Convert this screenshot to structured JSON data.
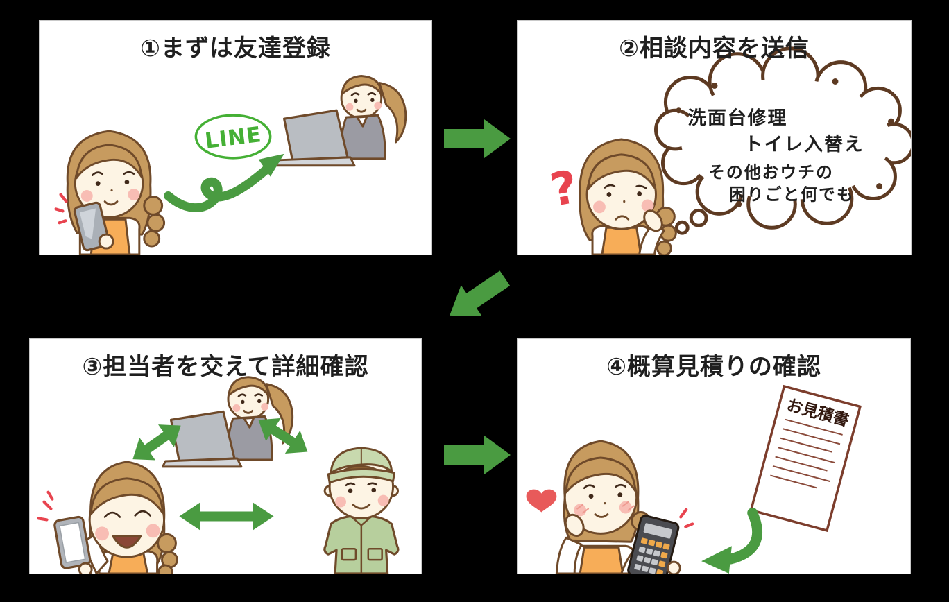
{
  "figure": {
    "type": "process-flow-diagram",
    "language": "ja",
    "steps": [
      {
        "title": "①まずは友達登録",
        "line_logo": "LINE"
      },
      {
        "title": "②相談内容を送信",
        "question_mark": "?",
        "thought_bubble_lines": [
          "洗面台修理",
          "トイレ入替え",
          "その他おウチの",
          "困りごと何でも"
        ]
      },
      {
        "title": "③担当者を交えて詳細確認"
      },
      {
        "title": "④概算見積りの確認",
        "document_title": "お見積書"
      }
    ]
  },
  "colors": {
    "background": "#000000",
    "panel_background": "#ffffff",
    "arrow_green": "#4a9b41",
    "line_brand_green": "#45b035",
    "outline_brown": "#6f4a2a",
    "bubble_outline_brown": "#5d3a22",
    "document_outline": "#7c3d2c",
    "accent_red": "#e8444f",
    "hair_brown": "#c79b5f",
    "skin": "#fdf4e4",
    "apron_orange": "#f7ad58",
    "worker_uniform_green": "#b7cf9d",
    "title_text": "#1f1f1f"
  },
  "icons": {
    "question_mark": "?",
    "heart": "heart-shape",
    "flow_arrows": "green block arrows"
  }
}
